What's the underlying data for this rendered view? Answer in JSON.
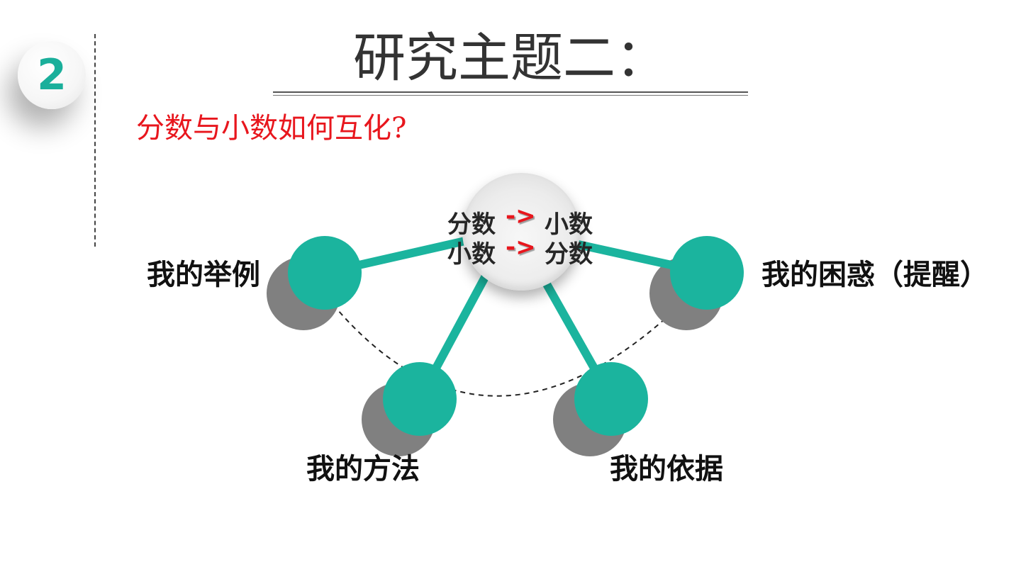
{
  "section_number": "2",
  "title": "研究主题二：",
  "subtitle": "分数与小数如何互化?",
  "hub": {
    "row1_left": "分数",
    "row1_right": "小数",
    "row2_left": "小数",
    "row2_right": "分数",
    "arrow": "->"
  },
  "nodes": [
    {
      "label": "我的举例"
    },
    {
      "label": "我的困惑（提醒）"
    },
    {
      "label": "我的方法"
    },
    {
      "label": "我的依据"
    }
  ],
  "colors": {
    "teal": "#1bb49e",
    "shadow_gray": "#808080",
    "title_text": "#333333",
    "subtitle_red": "#e8161d",
    "badge_number": "#1aaf9b"
  }
}
